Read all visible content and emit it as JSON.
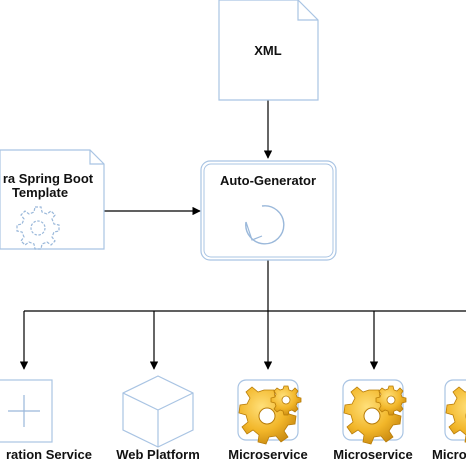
{
  "nodes": {
    "xml": {
      "label": "XML"
    },
    "template": {
      "label_line1": "ra Spring Boot",
      "label_line2": "Template",
      "icon": "gear-outline-icon"
    },
    "auto_generator": {
      "label": "Auto-Generator",
      "icon": "refresh-cycle-icon"
    },
    "integration_service": {
      "label": "ration Service",
      "icon": "plus-icon"
    },
    "web_platform": {
      "label": "Web Platform",
      "icon": "cube-icon"
    },
    "microservice_1": {
      "label": "Microservice",
      "icon": "gear-3d-icon"
    },
    "microservice_2": {
      "label": "Microservice",
      "icon": "gear-3d-icon"
    },
    "microservice_3": {
      "label": "Micro",
      "icon": "gear-3d-icon"
    }
  },
  "colors": {
    "node_stroke": "#a9c4e3",
    "icon_stroke": "#9ab8da",
    "connector": "#000000",
    "gear_fill": "#f2b629",
    "gear_dark": "#c98a10"
  }
}
